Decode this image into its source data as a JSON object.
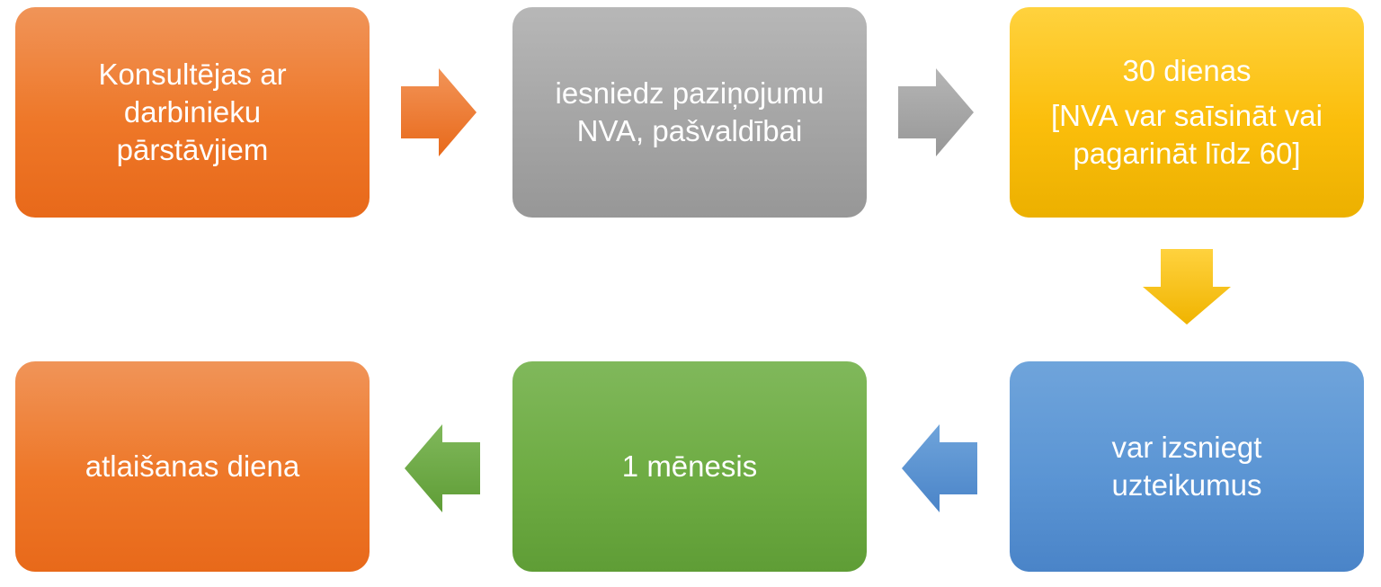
{
  "steps": [
    {
      "lines": [
        "Konsultējas ar",
        "darbinieku",
        "pārstāvjiem"
      ],
      "color": "#ee7728"
    },
    {
      "lines": [
        "iesniedz paziņojumu",
        "NVA, pašvaldībai"
      ],
      "color": "#a5a5a5"
    },
    {
      "lines": [
        "30 dienas",
        "[NVA var saīsināt vai",
        "pagarināt līdz 60]"
      ],
      "color": "#fbbe0b"
    },
    {
      "lines": [
        "var izsniegt",
        "uzteikumus"
      ],
      "color": "#5b95d4"
    },
    {
      "lines": [
        "1 mēnesis"
      ],
      "color": "#6eac43"
    },
    {
      "lines": [
        "atlaišanas diena"
      ],
      "color": "#ee7728"
    }
  ],
  "arrows": [
    {
      "direction": "right",
      "color": "#ee7728"
    },
    {
      "direction": "right",
      "color": "#a5a5a5"
    },
    {
      "direction": "down",
      "color": "#fbbe0b"
    },
    {
      "direction": "left",
      "color": "#5b95d4"
    },
    {
      "direction": "left",
      "color": "#6eac43"
    }
  ]
}
